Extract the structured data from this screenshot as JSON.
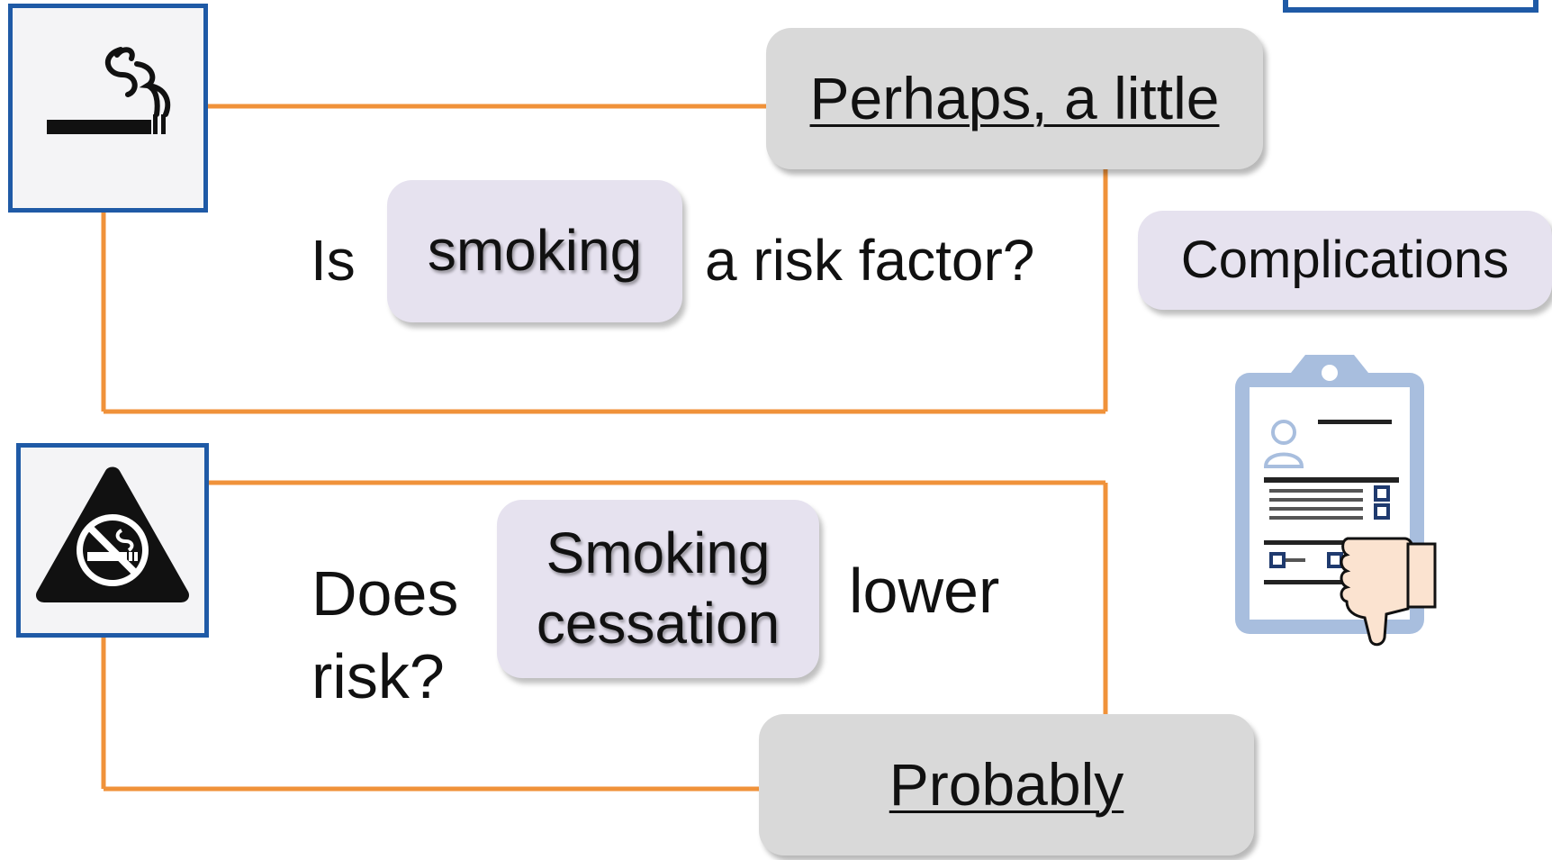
{
  "colors": {
    "connector": "#f0923a",
    "frame_border": "#1f5aa6",
    "answer_fill": "#d9d9d9",
    "topic_fill": "#e6e2ef",
    "clipboard": "#a8bede",
    "hand_fill": "#fbe3d0"
  },
  "question1": {
    "icon": "smoking-icon",
    "prefix": "Is",
    "topic": "smoking",
    "suffix": "a risk factor?",
    "answer": "Perhaps, a little"
  },
  "question2": {
    "icon": "no-smoking-warning-icon",
    "prefix": "Does",
    "topic_line1": "Smoking",
    "topic_line2": "cessation",
    "suffix": "lower",
    "tail": "risk?",
    "answer": "Probably"
  },
  "outcome": {
    "label": "Complications",
    "icon": "clipboard-thumbs-down-icon"
  }
}
